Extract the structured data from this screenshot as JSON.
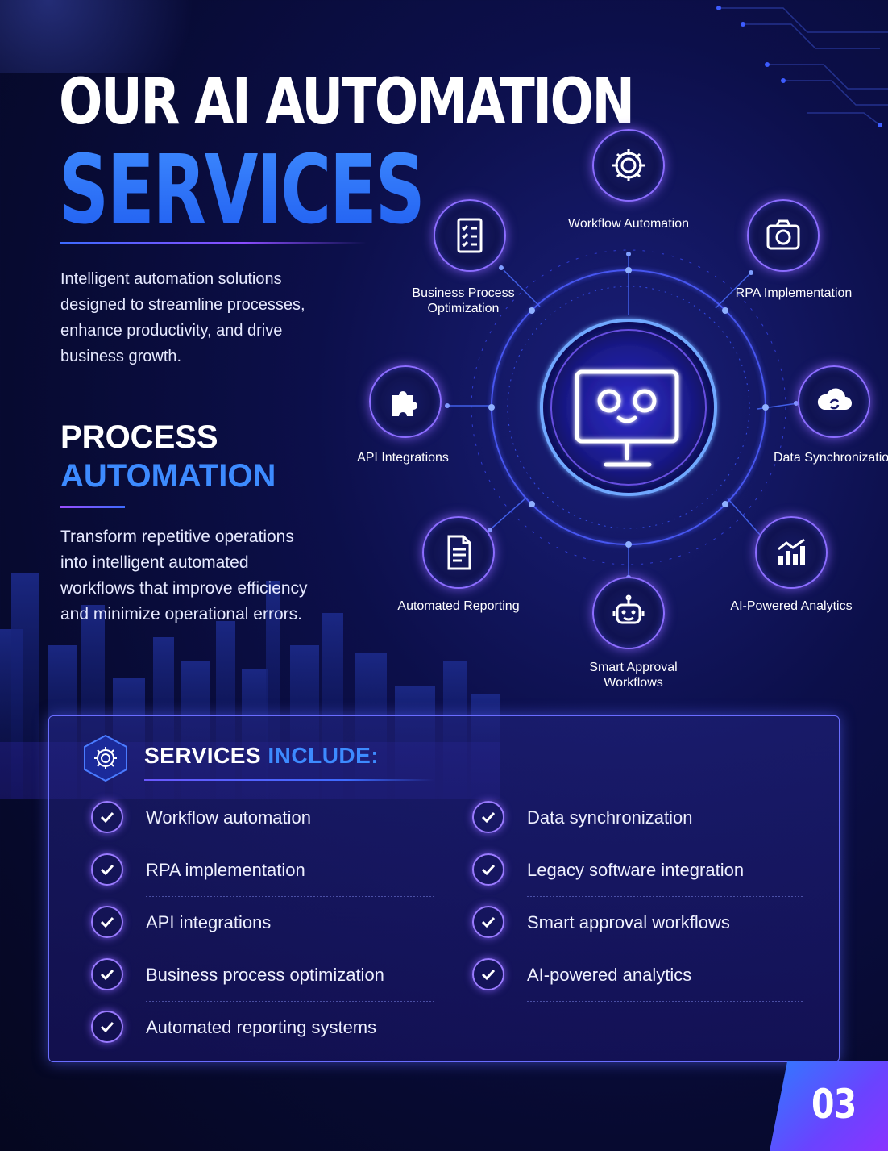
{
  "header": {
    "title_line1": "OUR AI AUTOMATION",
    "title_line2": "SERVICES",
    "intro": "Intelligent automation solutions designed to streamline processes, enhance productivity, and drive business growth."
  },
  "section": {
    "heading_line1": "PROCESS",
    "heading_line2": "AUTOMATION",
    "description": "Transform repetitive operations into intelligent automated workflows that improve efficiency and minimize operational errors."
  },
  "diagram": {
    "center_icon": "monitor-robot-face-icon",
    "nodes": [
      {
        "label": "Workflow Automation",
        "icon": "gear-icon"
      },
      {
        "label": "RPA Implementation",
        "icon": "camera-gear-icon"
      },
      {
        "label": "Data Synchronization",
        "icon": "cloud-sync-icon"
      },
      {
        "label": "AI-Powered Analytics",
        "icon": "bar-chart-icon"
      },
      {
        "label": "Smart Approval Workflows",
        "icon": "robot-icon"
      },
      {
        "label": "Automated Reporting",
        "icon": "report-document-icon"
      },
      {
        "label": "API Integrations",
        "icon": "puzzle-piece-icon"
      },
      {
        "label": "Business Process Optimization",
        "icon": "checklist-icon"
      }
    ]
  },
  "services": {
    "title_part1": "SERVICES",
    "title_part2": "INCLUDE:",
    "icon": "gear-icon",
    "left": [
      "Workflow automation",
      "RPA implementation",
      "API integrations",
      "Business process optimization",
      "Automated reporting systems"
    ],
    "right": [
      "Data synchronization",
      "Legacy software integration",
      "Smart approval workflows",
      "AI-powered analytics"
    ]
  },
  "page_number": "03",
  "colors": {
    "accent_blue": "#3d8bff",
    "accent_purple": "#8c6dff",
    "background": "#070a30"
  }
}
